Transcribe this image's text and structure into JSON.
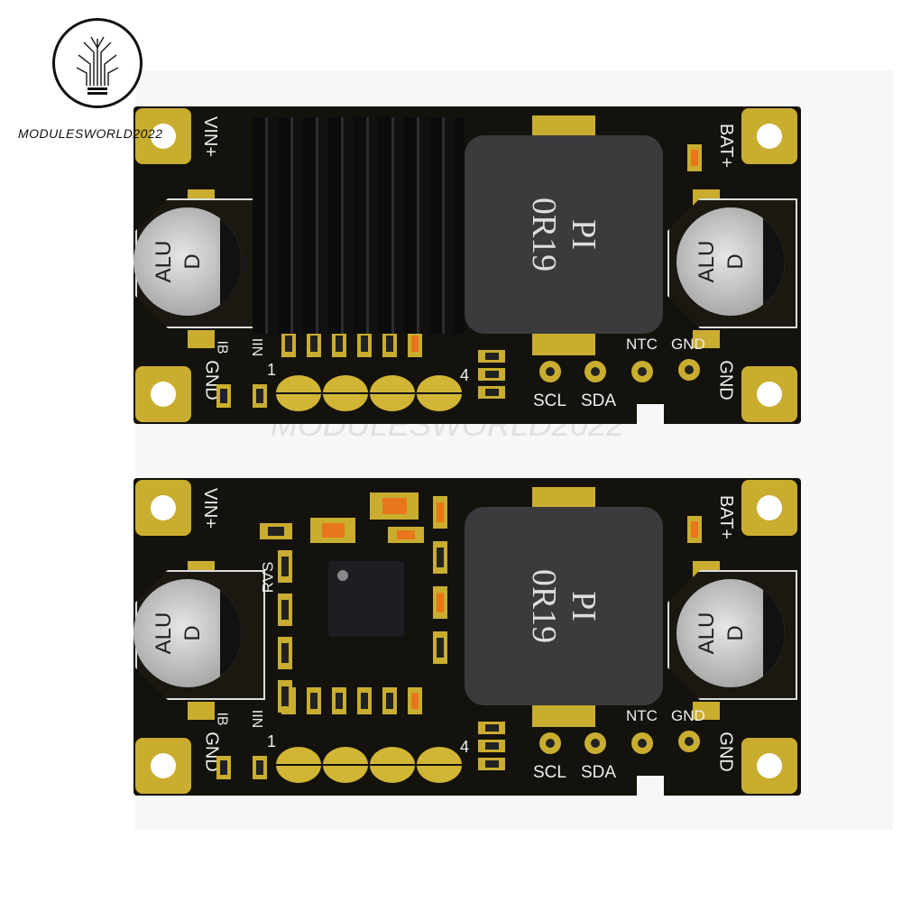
{
  "brand": {
    "name": "MODULESWORLD2022",
    "watermark": "MODULESWORLD2022"
  },
  "board_top": {
    "vin": "VIN+",
    "gnd_left": "GND",
    "ib": "IB",
    "iin": "IIN",
    "bat": "BAT+",
    "gnd_right": "GND",
    "ntc": "NTC",
    "gnd_pad": "GND",
    "scl": "SCL",
    "sda": "SDA",
    "pin1": "1",
    "pin4": "4",
    "cap_text": [
      "ALU",
      "D"
    ],
    "inductor_text": [
      "PI",
      "0R19"
    ],
    "rvs": ""
  },
  "board_bottom": {
    "vin": "VIN+",
    "gnd_left": "GND",
    "ib": "IB",
    "iin": "IIN",
    "bat": "BAT+",
    "gnd_right": "GND",
    "ntc": "NTC",
    "gnd_pad": "GND",
    "scl": "SCL",
    "sda": "SDA",
    "pin1": "1",
    "pin4": "4",
    "cap_text": [
      "ALU",
      "D"
    ],
    "inductor_text": [
      "PI",
      "0R19"
    ],
    "rvs": "RVS"
  },
  "colors": {
    "pcb": "#14120d",
    "gold": "#c9ad2f",
    "inductor": "#3b3b3d"
  }
}
